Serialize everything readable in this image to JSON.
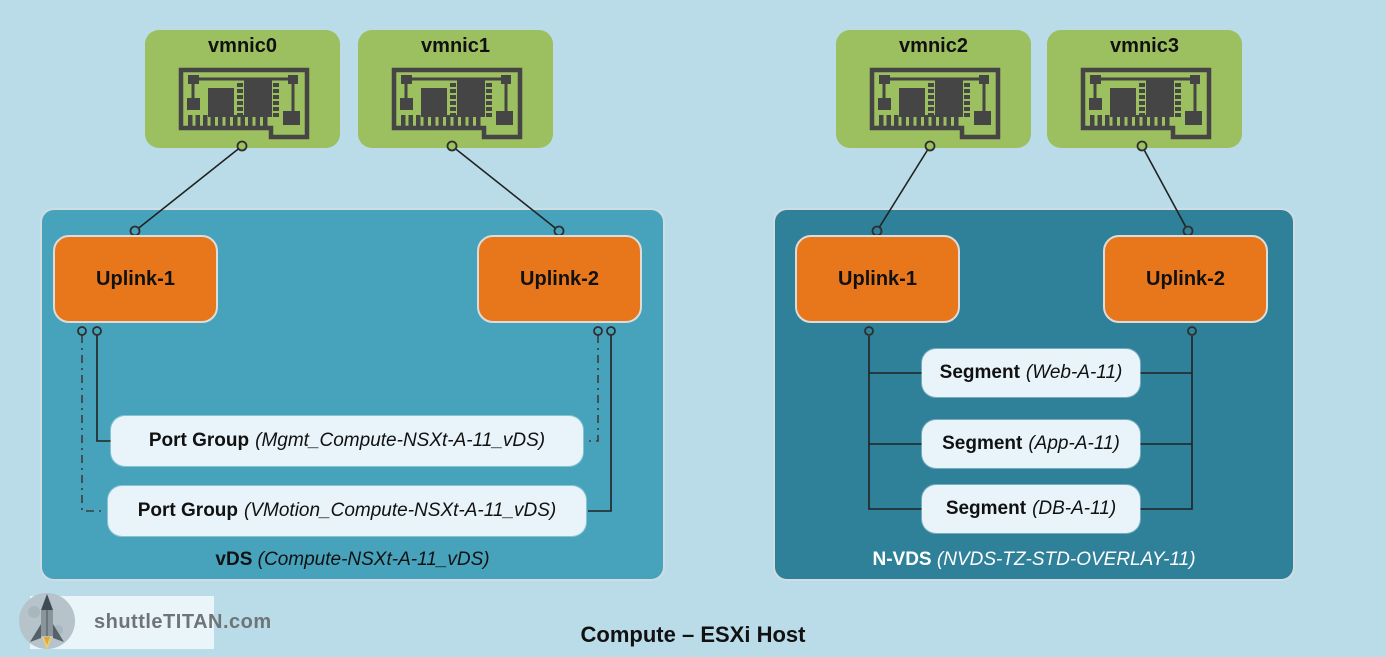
{
  "page": {
    "title": "Compute – ESXi Host"
  },
  "nics": [
    {
      "label": "vmnic0"
    },
    {
      "label": "vmnic1"
    },
    {
      "label": "vmnic2"
    },
    {
      "label": "vmnic3"
    }
  ],
  "vds": {
    "uplinks": [
      {
        "label": "Uplink-1"
      },
      {
        "label": "Uplink-2"
      }
    ],
    "port_groups": [
      {
        "type": "Port Group",
        "name": "(Mgmt_Compute-NSXt-A-11_vDS)"
      },
      {
        "type": "Port Group",
        "name": "(VMotion_Compute-NSXt-A-11_vDS)"
      }
    ],
    "label_bold": "vDS",
    "label_detail": "(Compute-NSXt-A-11_vDS)"
  },
  "nvds": {
    "uplinks": [
      {
        "label": "Uplink-1"
      },
      {
        "label": "Uplink-2"
      }
    ],
    "segments": [
      {
        "type": "Segment",
        "name": "(Web-A-11)"
      },
      {
        "type": "Segment",
        "name": "(App-A-11)"
      },
      {
        "type": "Segment",
        "name": "(DB-A-11)"
      }
    ],
    "label_bold": "N-VDS",
    "label_detail": "(NVDS-TZ-STD-OVERLAY-11)"
  },
  "logo": {
    "text": "shuttleTITAN.com"
  },
  "colors": {
    "background": "#b9dce8",
    "nic_green": "#9cbf60",
    "vds_teal": "#47a3bc",
    "nvds_teal": "#2f8099",
    "uplink_orange": "#e8771c",
    "node_light": "#e8f4f9",
    "icon_dark": "#454545"
  }
}
